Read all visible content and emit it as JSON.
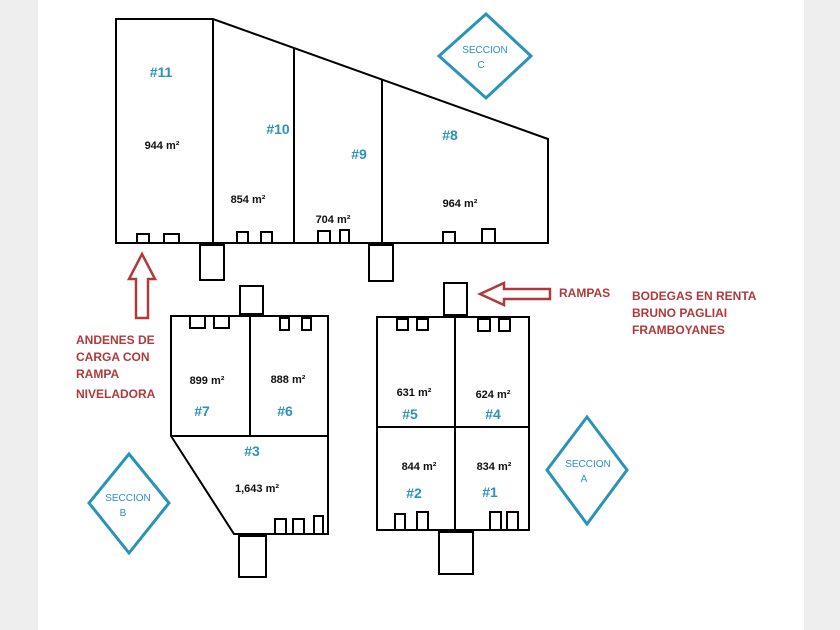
{
  "colors": {
    "background": "#eeeeee",
    "paper": "#ffffff",
    "walls": "#000000",
    "unit_number": "#2a93b7",
    "section_diamond": "#2a93b7",
    "annotation": "#b03a3a"
  },
  "title": {
    "line1": "BODEGAS EN RENTA",
    "line2": "BRUNO PAGLIAI",
    "line3": "FRAMBOYANES"
  },
  "labels": {
    "rampas": "RAMPAS",
    "andenes": {
      "line1": "ANDENES DE",
      "line2": "CARGA CON",
      "line3": "RAMPA",
      "line4": "NIVELADORA"
    }
  },
  "sections": {
    "a": {
      "line1": "SECCION",
      "line2": "A"
    },
    "b": {
      "line1": "SECCION",
      "line2": "B"
    },
    "c": {
      "line1": "SECCION",
      "line2": "C"
    }
  },
  "units": {
    "u11": {
      "number": "#11",
      "area": "944 m²"
    },
    "u10": {
      "number": "#10",
      "area": "854 m²"
    },
    "u9": {
      "number": "#9",
      "area": "704 m²"
    },
    "u8": {
      "number": "#8",
      "area": "964 m²"
    },
    "u7": {
      "number": "#7",
      "area": "899 m²"
    },
    "u6": {
      "number": "#6",
      "area": "888 m²"
    },
    "u3": {
      "number": "#3",
      "area": "1,643 m²"
    },
    "u5": {
      "number": "#5",
      "area": "631 m²"
    },
    "u4": {
      "number": "#4",
      "area": "624 m²"
    },
    "u2": {
      "number": "#2",
      "area": "844 m²"
    },
    "u1": {
      "number": "#1",
      "area": "834 m²"
    }
  }
}
